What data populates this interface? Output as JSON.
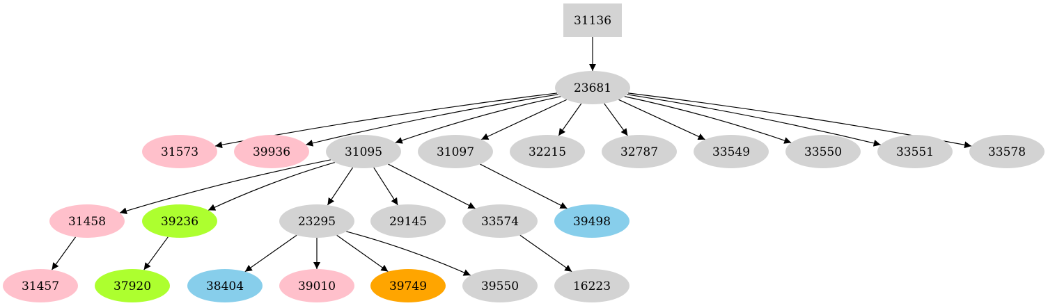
{
  "colors": {
    "gray": "#d3d3d3",
    "pink": "#ffc0cb",
    "green": "#adff2f",
    "blue": "#87ceeb",
    "orange": "#ffa500"
  },
  "nodes": [
    {
      "id": "31136",
      "shape": "box",
      "color": "gray"
    },
    {
      "id": "23681",
      "color": "gray"
    },
    {
      "id": "31573",
      "color": "pink"
    },
    {
      "id": "39936",
      "color": "pink"
    },
    {
      "id": "31095",
      "color": "gray"
    },
    {
      "id": "31097",
      "color": "gray"
    },
    {
      "id": "32215",
      "color": "gray"
    },
    {
      "id": "32787",
      "color": "gray"
    },
    {
      "id": "33549",
      "color": "gray"
    },
    {
      "id": "33550",
      "color": "gray"
    },
    {
      "id": "33551",
      "color": "gray"
    },
    {
      "id": "33578",
      "color": "gray"
    },
    {
      "id": "31458",
      "color": "pink"
    },
    {
      "id": "39236",
      "color": "green"
    },
    {
      "id": "23295",
      "color": "gray"
    },
    {
      "id": "29145",
      "color": "gray"
    },
    {
      "id": "33574",
      "color": "gray"
    },
    {
      "id": "39498",
      "color": "blue"
    },
    {
      "id": "31457",
      "color": "pink"
    },
    {
      "id": "37920",
      "color": "green"
    },
    {
      "id": "38404",
      "color": "blue"
    },
    {
      "id": "39010",
      "color": "pink"
    },
    {
      "id": "39749",
      "color": "orange"
    },
    {
      "id": "39550",
      "color": "gray"
    },
    {
      "id": "16223",
      "color": "gray"
    }
  ],
  "edges": [
    [
      "31136",
      "23681"
    ],
    [
      "23681",
      "31573"
    ],
    [
      "23681",
      "39936"
    ],
    [
      "23681",
      "31095"
    ],
    [
      "23681",
      "31097"
    ],
    [
      "23681",
      "32215"
    ],
    [
      "23681",
      "32787"
    ],
    [
      "23681",
      "33549"
    ],
    [
      "23681",
      "33550"
    ],
    [
      "23681",
      "33551"
    ],
    [
      "23681",
      "33578"
    ],
    [
      "31095",
      "31458"
    ],
    [
      "31095",
      "39236"
    ],
    [
      "31095",
      "23295"
    ],
    [
      "31095",
      "29145"
    ],
    [
      "31095",
      "33574"
    ],
    [
      "31097",
      "39498"
    ],
    [
      "31458",
      "31457"
    ],
    [
      "39236",
      "37920"
    ],
    [
      "23295",
      "38404"
    ],
    [
      "23295",
      "39010"
    ],
    [
      "23295",
      "39749"
    ],
    [
      "23295",
      "39550"
    ],
    [
      "33574",
      "16223"
    ]
  ]
}
